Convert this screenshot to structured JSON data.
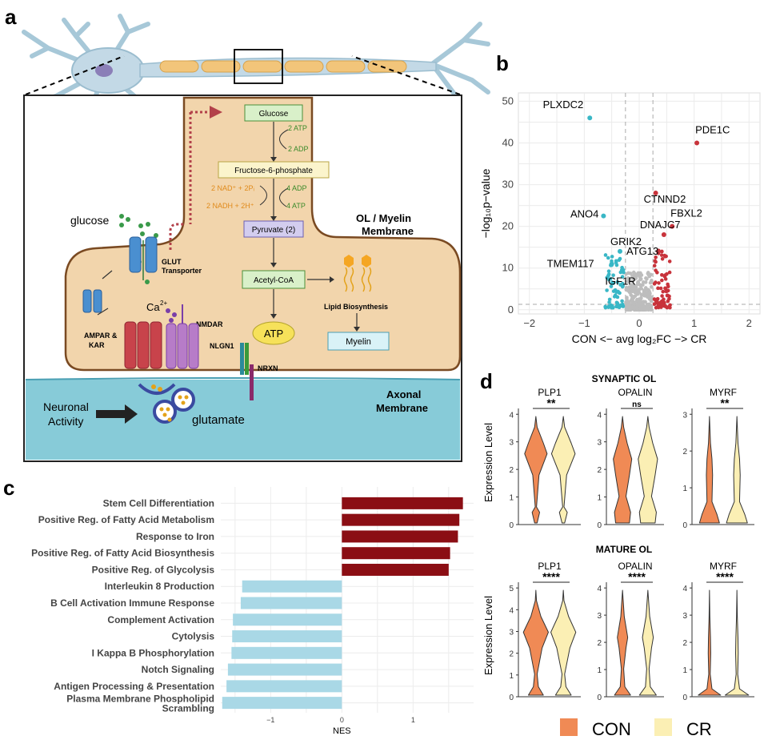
{
  "panel_a": {
    "letter": "a",
    "labels": {
      "glucose_left": "glucose",
      "glut": "GLUT",
      "transporter": "Transporter",
      "ca": "Ca",
      "ca_sup": "2+",
      "nmdar": "NMDAR",
      "ampar": "AMPAR &",
      "kar": "KAR",
      "nlgn1": "NLGN1",
      "nrxn": "NRXN",
      "ol_title_1": "OL / Myelin",
      "ol_title_2": "Membrane",
      "axonal_1": "Axonal",
      "axonal_2": "Membrane",
      "neuronal_1": "Neuronal",
      "neuronal_2": "Activity",
      "glutamate": "glutamate",
      "lipid": "Lipid Biosynthesis",
      "myelin": "Myelin",
      "atp_big": "ATP"
    },
    "pathway": {
      "glucose": "Glucose",
      "atp2": "2 ATP",
      "adp2": "2 ADP",
      "f6p": "Fructose-6-phosphate",
      "nad": "2 NAD⁺ + 2Pᵢ",
      "nadh": "2 NADH + 2H⁺",
      "adp4": "4 ADP",
      "atp4": "4 ATP",
      "pyruvate": "Pyruvate (2)",
      "acetyl": "Acetyl-CoA"
    }
  },
  "panel_b": {
    "letter": "b",
    "ylabel": "−log₁₀p−value",
    "xlabel": "CON <− avg log₂FC −> CR",
    "xticks": [
      "−2",
      "−1",
      "0",
      "1",
      "2"
    ],
    "yticks": [
      "0",
      "10",
      "20",
      "30",
      "40",
      "50"
    ],
    "genes": [
      "PLXDC2",
      "PDE1C",
      "CTNND2",
      "FBXL2",
      "ANO4",
      "GRIK2",
      "DNAJC7",
      "TMEM117",
      "ATG13",
      "IGF1R"
    ]
  },
  "panel_c": {
    "letter": "c",
    "xlabel": "NES",
    "xticks": [
      "−1",
      "0",
      "1"
    ]
  },
  "panel_d": {
    "letter": "d",
    "group1_title": "SYNAPTIC OL",
    "group2_title": "MATURE OL",
    "ylabel": "Expression Level",
    "genes": [
      "PLP1",
      "OPALIN",
      "MYRF"
    ],
    "sig_synaptic": [
      "**",
      "ns",
      "**"
    ],
    "sig_mature": [
      "****",
      "****",
      "****"
    ],
    "legend": [
      {
        "name": "CON",
        "color": "#f08a55"
      },
      {
        "name": "CR",
        "color": "#fbefb4"
      }
    ]
  },
  "colors": {
    "up": "#8b0e14",
    "down": "#a9d8e6",
    "con": "#f08a55",
    "cr": "#fbefb4",
    "cell": "#f2d5ac",
    "axon": "#87cbd8"
  },
  "chart_data": [
    {
      "type": "scatter",
      "panel": "b",
      "xlabel": "CON <− avg log₂FC −> CR",
      "ylabel": "−log₁₀p−value",
      "xlim": [
        -2.2,
        2.2
      ],
      "ylim": [
        -1,
        52
      ],
      "grid": true,
      "labeled_points": [
        {
          "gene": "PLXDC2",
          "x": -0.9,
          "y": 46
        },
        {
          "gene": "PDE1C",
          "x": 1.05,
          "y": 40
        },
        {
          "gene": "CTNND2",
          "x": 0.3,
          "y": 28
        },
        {
          "gene": "FBXL2",
          "x": 0.6,
          "y": 20
        },
        {
          "gene": "ANO4",
          "x": -0.65,
          "y": 22.5
        },
        {
          "gene": "GRIK2",
          "x": -0.35,
          "y": 14
        },
        {
          "gene": "DNAJC7",
          "x": 0.45,
          "y": 18
        },
        {
          "gene": "TMEM117",
          "x": -0.5,
          "y": 11
        },
        {
          "gene": "ATG13",
          "x": 0.35,
          "y": 14
        },
        {
          "gene": "IGF1R",
          "x": -0.3,
          "y": 9.5
        }
      ]
    },
    {
      "type": "bar",
      "panel": "c",
      "orientation": "horizontal",
      "xlabel": "NES",
      "xlim": [
        -1.7,
        1.85
      ],
      "categories": [
        "Stem Cell Differentiation",
        "Positive Reg. of Fatty Acid Metabolism",
        "Response to Iron",
        "Positive Reg. of Fatty Acid Biosynthesis",
        "Positive Reg. of Glycolysis",
        "Interleukin 8 Production",
        "B Cell Activation Immune Response",
        "Complement Activation",
        "Cytolysis",
        "I Kappa B Phosphorylation",
        "Notch Signaling",
        "Antigen Processing & Presentation",
        "Plasma Membrane Phospholipid Scrambling"
      ],
      "values": [
        1.7,
        1.65,
        1.63,
        1.52,
        1.5,
        -1.4,
        -1.42,
        -1.53,
        -1.54,
        -1.55,
        -1.6,
        -1.62,
        -1.68
      ]
    },
    {
      "type": "violin",
      "panel": "d",
      "groups": [
        {
          "title": "SYNAPTIC OL",
          "genes": [
            {
              "gene": "PLP1",
              "ymax": 4,
              "significance": "**"
            },
            {
              "gene": "OPALIN",
              "ymax": 4,
              "significance": "ns"
            },
            {
              "gene": "MYRF",
              "ymax": 3,
              "significance": "**"
            }
          ]
        },
        {
          "title": "MATURE OL",
          "genes": [
            {
              "gene": "PLP1",
              "ymax": 5,
              "significance": "****"
            },
            {
              "gene": "OPALIN",
              "ymax": 4,
              "significance": "****"
            },
            {
              "gene": "MYRF",
              "ymax": 4,
              "significance": "****"
            }
          ]
        }
      ]
    }
  ]
}
